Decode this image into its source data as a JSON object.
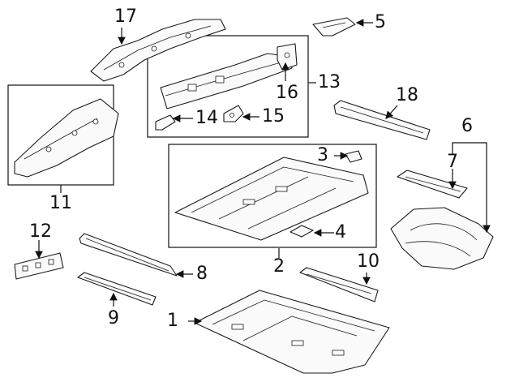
{
  "diagram": {
    "callouts": [
      {
        "id": "c1",
        "text": "1"
      },
      {
        "id": "c2",
        "text": "2"
      },
      {
        "id": "c3",
        "text": "3"
      },
      {
        "id": "c4",
        "text": "4"
      },
      {
        "id": "c5",
        "text": "5"
      },
      {
        "id": "c6",
        "text": "6"
      },
      {
        "id": "c7",
        "text": "7"
      },
      {
        "id": "c8",
        "text": "8"
      },
      {
        "id": "c9",
        "text": "9"
      },
      {
        "id": "c10",
        "text": "10"
      },
      {
        "id": "c11",
        "text": "11"
      },
      {
        "id": "c12",
        "text": "12"
      },
      {
        "id": "c13",
        "text": "13"
      },
      {
        "id": "c14",
        "text": "14"
      },
      {
        "id": "c15",
        "text": "15"
      },
      {
        "id": "c16",
        "text": "16"
      },
      {
        "id": "c17",
        "text": "17"
      },
      {
        "id": "c18",
        "text": "18"
      }
    ],
    "colors": {
      "line": "#1a1a1a",
      "fill": "#fafafa",
      "background": "#ffffff"
    }
  }
}
